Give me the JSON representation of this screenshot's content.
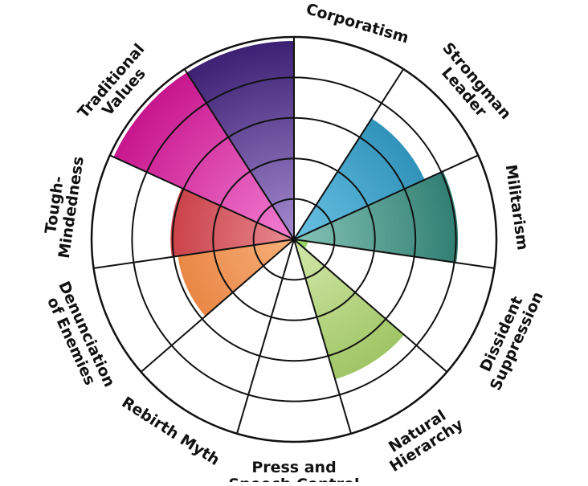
{
  "chart_data": {
    "type": "polar-area",
    "title": "",
    "max": 5,
    "rings": 5,
    "gridlines": true,
    "categories": [
      {
        "name": "Corporatism",
        "lines": [
          "Corporatism"
        ],
        "value": 0,
        "color": "#2a3a8c",
        "color_light": "#2a3a8c"
      },
      {
        "name": "Strongman Leader",
        "lines": [
          "Strongman",
          "Leader"
        ],
        "value": 3.55,
        "color": "#1a7fa8",
        "color_light": "#6ac2e4"
      },
      {
        "name": "Militarism",
        "lines": [
          "Militarism"
        ],
        "value": 4.05,
        "color": "#1e6e62",
        "color_light": "#84c4b7"
      },
      {
        "name": "Dissident Suppression",
        "lines": [
          "Dissident",
          "Suppression"
        ],
        "value": 0.35,
        "color": "#4aa02a",
        "color_light": "#9ad86a"
      },
      {
        "name": "Natural Hierarchy",
        "lines": [
          "Natural",
          "Hierarchy"
        ],
        "value": 3.6,
        "color": "#8db84a",
        "color_light": "#d3e8aa"
      },
      {
        "name": "Press and Speech Control",
        "lines": [
          "Press and",
          "Speech Control"
        ],
        "value": 0,
        "color": "#cccccc",
        "color_light": "#cccccc"
      },
      {
        "name": "Rebirth Myth",
        "lines": [
          "Rebirth Myth"
        ],
        "value": 0,
        "color": "#cccccc",
        "color_light": "#cccccc"
      },
      {
        "name": "Denunciation of Enemies",
        "lines": [
          "Denunciation",
          "of Enemies"
        ],
        "value": 2.9,
        "color": "#e06a20",
        "color_light": "#f7b07a"
      },
      {
        "name": "Tough-Mindedness",
        "lines": [
          "Tough-",
          "Mindedness"
        ],
        "value": 3.05,
        "color": "#b8131a",
        "color_light": "#e88a92"
      },
      {
        "name": "Traditional Values",
        "lines": [
          "Traditional",
          "Values"
        ],
        "value": 4.9,
        "color": "#c7148c",
        "color_light": "#f27fd2"
      },
      {
        "name": "",
        "lines": [],
        "value": 4.9,
        "color": "#3a1f72",
        "color_light": "#a58bd0"
      }
    ]
  }
}
